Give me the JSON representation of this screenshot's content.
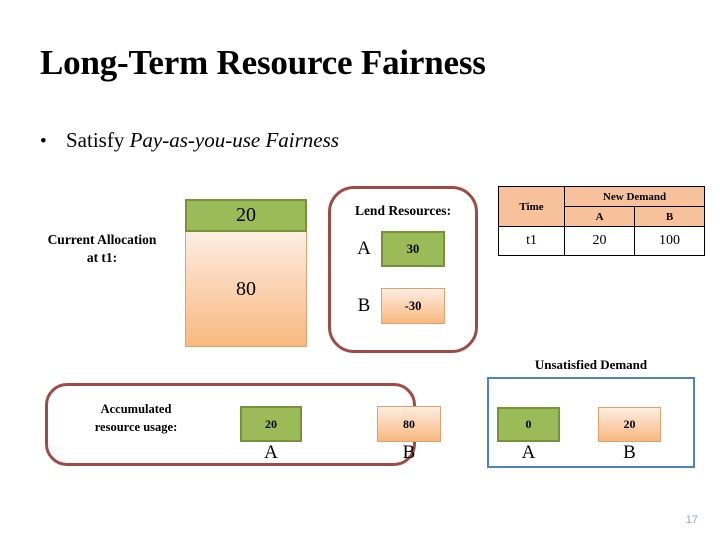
{
  "slide": {
    "title": "Long-Term Resource Fairness",
    "page_number": "17"
  },
  "bullet": {
    "marker": "•",
    "text_plain": "Satisfy ",
    "text_emphasis": "Pay-as-you-use Fairness"
  },
  "current_allocation": {
    "label": "Current Allocation at t1:",
    "label_line1": "Current Allocation",
    "label_line2": "at t1:",
    "top_value": "20",
    "bottom_value": "80"
  },
  "lend_resources": {
    "title": "Lend Resources:",
    "rows": [
      {
        "key": "A",
        "value": "30"
      },
      {
        "key": "B",
        "value": "-30"
      }
    ]
  },
  "demand_table": {
    "time_header": "Time",
    "group_header": "New Demand",
    "sub_headers": [
      "A",
      "B"
    ],
    "rows": [
      {
        "time": "t1",
        "a": "20",
        "b": "100"
      }
    ]
  },
  "accumulated_usage": {
    "label_line1": "Accumulated",
    "label_line2": "resource usage:",
    "items": [
      {
        "key": "A",
        "value": "20"
      },
      {
        "key": "B",
        "value": "80"
      }
    ]
  },
  "unsatisfied_demand": {
    "title": "Unsatisfied Demand",
    "items": [
      {
        "key": "A",
        "value": "0"
      },
      {
        "key": "B",
        "value": "20"
      }
    ]
  },
  "colors": {
    "green_fill": "#9BBB59",
    "green_border": "#77923C",
    "orange_fill_top": "#FDEEE1",
    "orange_fill_bottom": "#F8B97F",
    "orange_border": "#E0A070",
    "panel_border_red": "#9E4B47",
    "panel_border_blue": "#4F81BD",
    "table_header_fill": "#F7C29B",
    "page_number": "#95A5C1"
  }
}
